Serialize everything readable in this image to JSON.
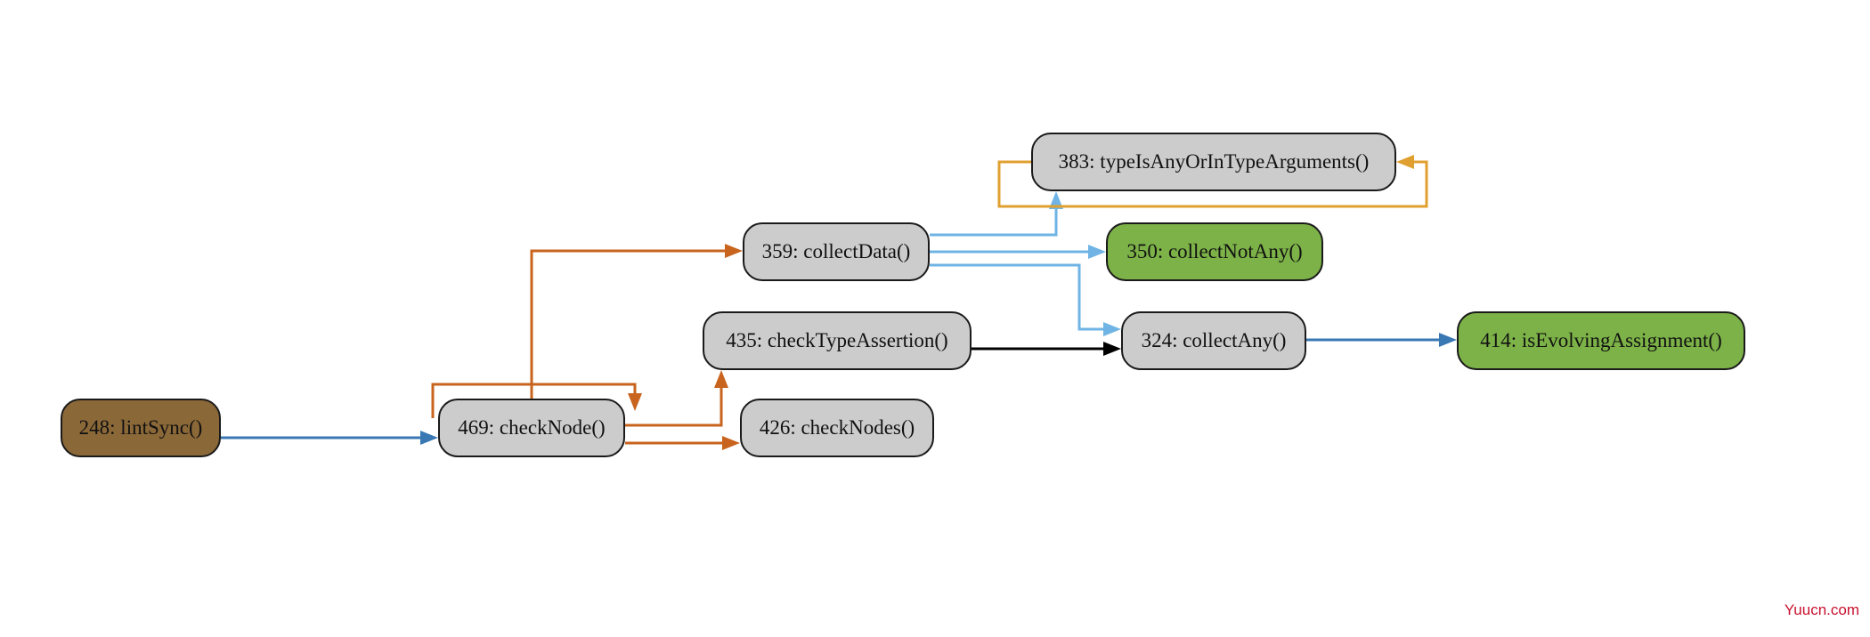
{
  "graph": {
    "colors": {
      "node_default": "#cccccc",
      "node_entry": "#8b6838",
      "node_leaf": "#7cb247",
      "edge_orange": "#c8641e",
      "edge_blue": "#3a78b4",
      "edge_lightblue": "#6fb4e4",
      "edge_gold": "#e0a030",
      "edge_black": "#000000"
    },
    "nodes": [
      {
        "id": "n248",
        "label": "248: lintSync()",
        "kind": "entry"
      },
      {
        "id": "n469",
        "label": "469: checkNode()",
        "kind": "default"
      },
      {
        "id": "n359",
        "label": "359: collectData()",
        "kind": "default"
      },
      {
        "id": "n435",
        "label": "435: checkTypeAssertion()",
        "kind": "default"
      },
      {
        "id": "n426",
        "label": "426: checkNodes()",
        "kind": "default"
      },
      {
        "id": "n383",
        "label": "383: typeIsAnyOrInTypeArguments()",
        "kind": "default"
      },
      {
        "id": "n350",
        "label": "350: collectNotAny()",
        "kind": "leaf"
      },
      {
        "id": "n324",
        "label": "324: collectAny()",
        "kind": "default"
      },
      {
        "id": "n414",
        "label": "414: isEvolvingAssignment()",
        "kind": "leaf"
      }
    ],
    "edges": [
      {
        "from": "n248",
        "to": "n469",
        "color": "edge_blue"
      },
      {
        "from": "n469",
        "to": "n469",
        "color": "edge_orange"
      },
      {
        "from": "n469",
        "to": "n359",
        "color": "edge_orange"
      },
      {
        "from": "n469",
        "to": "n435",
        "color": "edge_orange"
      },
      {
        "from": "n469",
        "to": "n426",
        "color": "edge_orange"
      },
      {
        "from": "n359",
        "to": "n383",
        "color": "edge_lightblue"
      },
      {
        "from": "n359",
        "to": "n350",
        "color": "edge_lightblue"
      },
      {
        "from": "n359",
        "to": "n324",
        "color": "edge_lightblue"
      },
      {
        "from": "n383",
        "to": "n383",
        "color": "edge_gold"
      },
      {
        "from": "n435",
        "to": "n324",
        "color": "edge_black"
      },
      {
        "from": "n324",
        "to": "n414",
        "color": "edge_blue"
      }
    ]
  },
  "watermark": "Yuucn.com"
}
